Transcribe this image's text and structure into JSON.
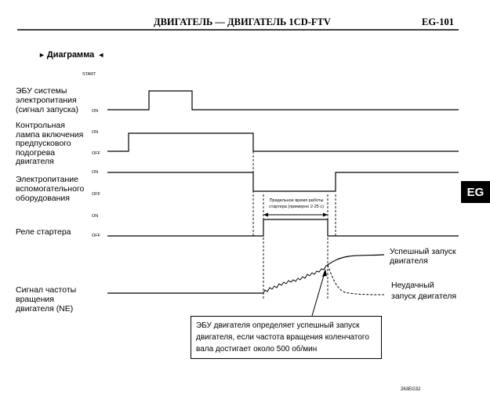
{
  "header": {
    "title": "ДВИГАТЕЛЬ — ДВИГАТЕЛЬ 1CD-FTV",
    "page": "EG-101"
  },
  "section": {
    "arrow_left": "►",
    "title": "Диаграмма",
    "arrow_right": "◄"
  },
  "side_tab": "EG",
  "signals": {
    "ecu": {
      "label": [
        "ЭБУ системы",
        "электропитания",
        "(сигнал запуска)"
      ],
      "start_tag": "START",
      "on_tag": "ON"
    },
    "lamp": {
      "label": [
        "Контрольная",
        "лампа включения",
        "предпускового",
        "подогрева",
        "двигателя"
      ],
      "on_tag": "ON",
      "off_tag": "OFF"
    },
    "power": {
      "label": [
        "Электропитание",
        "вспомогательного",
        "оборудования"
      ],
      "on_tag": "ON",
      "off_tag": "OFF"
    },
    "relay": {
      "label": "Реле стартера",
      "on_tag": "ON",
      "off_tag": "OFF"
    },
    "ne": {
      "label": [
        "Сигнал частоты",
        "вращения",
        "двигателя (NE)"
      ]
    }
  },
  "starter_limit": [
    "Предельное время работы",
    "стартера (примерно 2-25 с)"
  ],
  "outcomes": {
    "success": [
      "Успешный запуск",
      "двигателя"
    ],
    "failure": [
      "Неудачный",
      "запуск двигателя"
    ]
  },
  "note": [
    "ЭБУ двигателя определяет успешный запуск",
    "двигателя, если частота вращения коленчатого",
    "вала достигает около 500 об/мин"
  ],
  "figure_code": "263EG32"
}
